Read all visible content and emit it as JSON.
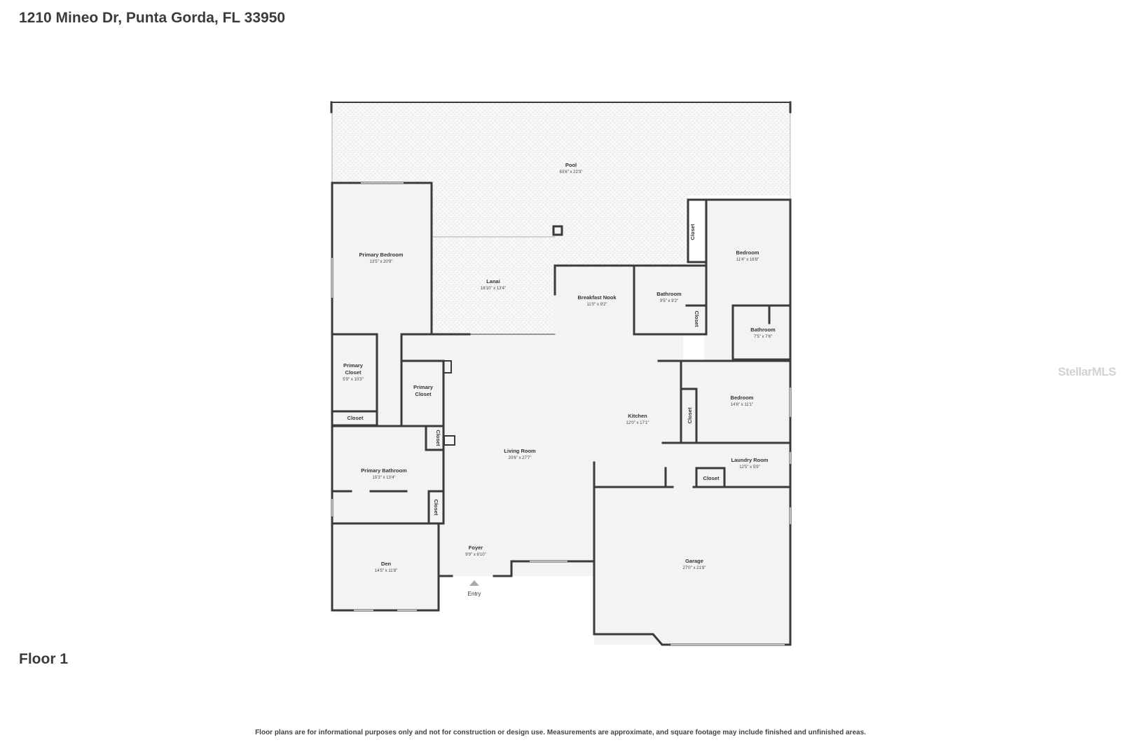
{
  "header": {
    "address": "1210 Mineo Dr, Punta Gorda, FL 33950"
  },
  "floor": {
    "label": "Floor 1"
  },
  "footer": {
    "disclaimer": "Floor plans are for informational purposes only and not for construction or design use. Measurements are approximate, and square footage may include finished and unfinished areas."
  },
  "watermark": {
    "text": "StellarMLS"
  },
  "entry_label": "Entry",
  "rooms": {
    "pool": {
      "name": "Pool",
      "dims": "63'6\" x 22'3\""
    },
    "lanai": {
      "name": "Lanai",
      "dims": "16'10\" x 13'4\""
    },
    "primary_bedroom": {
      "name": "Primary Bedroom",
      "dims": "13'5\" x 20'9\""
    },
    "primary_closet_1": {
      "name": "Primary",
      "name2": "Closet",
      "dims": "5'9\" x 10'3\""
    },
    "primary_closet_2": {
      "name": "Primary",
      "name2": "Closet"
    },
    "closet_a": {
      "name": "Closet"
    },
    "closet_b": {
      "name": "Closet"
    },
    "closet_c": {
      "name": "Closet"
    },
    "primary_bathroom": {
      "name": "Primary Bathroom",
      "dims": "15'3\" x 13'4\""
    },
    "den": {
      "name": "Den",
      "dims": "14'5\" x 11'8\""
    },
    "foyer": {
      "name": "Foyer",
      "dims": "9'9\" x 6'10\""
    },
    "living_room": {
      "name": "Living Room",
      "dims": "20'6\" x 27'7\""
    },
    "breakfast_nook": {
      "name": "Breakfast Nook",
      "dims": "11'0\" x 9'2\""
    },
    "kitchen": {
      "name": "Kitchen",
      "dims": "12'0\" x 17'1\""
    },
    "bathroom_1": {
      "name": "Bathroom",
      "dims": "9'5\" x 9'2\""
    },
    "bathroom_2": {
      "name": "Bathroom",
      "dims": "7'5\" x 7'6\""
    },
    "bedroom_1": {
      "name": "Bedroom",
      "dims": "11'4\" x 16'8\""
    },
    "bedroom_2": {
      "name": "Bedroom",
      "dims": "14'8\" x 11'1\""
    },
    "closet_d": {
      "name": "Closet"
    },
    "closet_e": {
      "name": "Closet"
    },
    "closet_f": {
      "name": "Closet"
    },
    "laundry_room": {
      "name": "Laundry Room",
      "dims": "12'5\" x 5'9\""
    },
    "closet_g": {
      "name": "Closet"
    },
    "garage": {
      "name": "Garage",
      "dims": "27'0\" x 21'8\""
    }
  },
  "colors": {
    "wall": "#3a3a3a",
    "floor": "#f3f3f3",
    "outdoor": "#f6f6f6"
  }
}
